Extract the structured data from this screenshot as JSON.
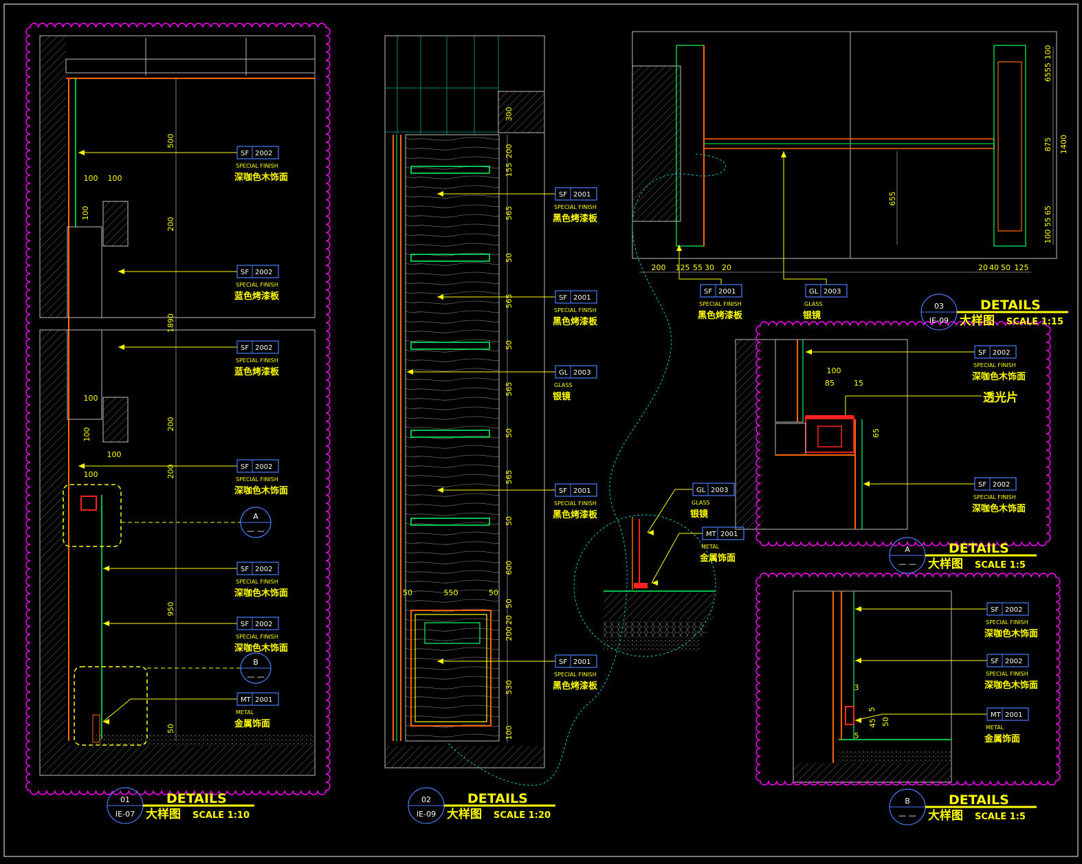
{
  "colors": {
    "background": "#000000",
    "cloud": "#ff00ff",
    "leader": "#ffff00",
    "wall_line": "#00ff66",
    "finish_line": "#ff6600",
    "tag_frame": "#4a7dff",
    "dim_line": "#ffffff",
    "hatch": "#7a7a7a"
  },
  "details": [
    {
      "number": "01",
      "sheet": "IE-07",
      "title": "DETAILS",
      "subtitle": "大样图",
      "scale": "SCALE 1:10"
    },
    {
      "number": "02",
      "sheet": "IE-09",
      "title": "DETAILS",
      "subtitle": "大样图",
      "scale": "SCALE 1:20"
    },
    {
      "number": "03",
      "sheet": "IE-09",
      "title": "DETAILS",
      "subtitle": "大样图",
      "scale": "SCALE 1:15"
    },
    {
      "number": "A",
      "sheet": "— —",
      "title": "DETAILS",
      "subtitle": "大样图",
      "scale": "SCALE 1:5"
    },
    {
      "number": "B",
      "sheet": "— —",
      "title": "DETAILS",
      "subtitle": "大样图",
      "scale": "SCALE 1:5"
    }
  ],
  "tags": [
    {
      "code": "SF",
      "num": "2002",
      "type": "SPECIAL FINISH",
      "cn": "深咖色木饰面"
    },
    {
      "code": "SF",
      "num": "2002",
      "type": "SPECIAL FINISH",
      "cn": "蓝色烤漆板"
    },
    {
      "code": "SF",
      "num": "2002",
      "type": "SPECIAL FINISH",
      "cn": "蓝色烤漆板"
    },
    {
      "code": "SF",
      "num": "2002",
      "type": "SPECIAL FINISH",
      "cn": "深咖色木饰面"
    },
    {
      "code": "SF",
      "num": "2002",
      "type": "SPECIAL FINISH",
      "cn": "深咖色木饰面"
    },
    {
      "code": "SF",
      "num": "2002",
      "type": "SPECIAL FINISH",
      "cn": "深咖色木饰面"
    },
    {
      "code": "MT",
      "num": "2001",
      "type": "METAL",
      "cn": "金属饰面"
    },
    {
      "code": "SF",
      "num": "2001",
      "type": "SPECIAL FINISH",
      "cn": "黑色烤漆板"
    },
    {
      "code": "SF",
      "num": "2001",
      "type": "SPECIAL FINISH",
      "cn": "黑色烤漆板"
    },
    {
      "code": "GL",
      "num": "2003",
      "type": "GLASS",
      "cn": "银镜"
    },
    {
      "code": "SF",
      "num": "2001",
      "type": "SPECIAL FINISH",
      "cn": "黑色烤漆板"
    },
    {
      "code": "SF",
      "num": "2001",
      "type": "SPECIAL FINISH",
      "cn": "黑色烤漆板"
    },
    {
      "code": "SF",
      "num": "2001",
      "type": "SPECIAL FINISH",
      "cn": "黑色烤漆板"
    },
    {
      "code": "GL",
      "num": "2003",
      "type": "GLASS",
      "cn": "银镜"
    },
    {
      "code": "GL",
      "num": "2003",
      "type": "GLASS",
      "cn": "银镜"
    },
    {
      "code": "MT",
      "num": "2001",
      "type": "METAL",
      "cn": "金属饰面"
    },
    {
      "code": "SF",
      "num": "2002",
      "type": "SPECIAL FINISH",
      "cn": "深咖色木饰面"
    },
    {
      "code": "SF",
      "num": "2002",
      "type": "SPECIAL FINISH",
      "cn": "深咖色木饰面"
    },
    {
      "code": "SF",
      "num": "2002",
      "type": "SPECIAL FINISH",
      "cn": "深咖色木饰面"
    },
    {
      "code": "SF",
      "num": "2002",
      "type": "SPECIAL FINISH",
      "cn": "深咖色木饰面"
    },
    {
      "code": "MT",
      "num": "2001",
      "type": "METAL",
      "cn": "金属饰面"
    }
  ],
  "callouts": [
    {
      "label": "A",
      "sub": "— —"
    },
    {
      "label": "B",
      "sub": "— —"
    }
  ],
  "note_translucent": "透光片",
  "dims_detail01": [
    "500",
    "200",
    "1890",
    "200",
    "200",
    "950",
    "50",
    "100",
    "100",
    "100",
    "100",
    "100",
    "100",
    "100"
  ],
  "dims_detail02": [
    "300",
    "200",
    "155",
    "565",
    "50",
    "565",
    "50",
    "565",
    "50",
    "565",
    "50",
    "600",
    "50",
    "20",
    "200",
    "530",
    "100",
    "50",
    "550",
    "50"
  ],
  "dims_detail03": [
    "100",
    "55",
    "65",
    "875",
    "1400",
    "65",
    "55",
    "100",
    "655",
    "200",
    "125",
    "55",
    "30",
    "20",
    "20",
    "40",
    "50",
    "125"
  ],
  "dims_detailA": [
    "100",
    "85",
    "15",
    "65"
  ],
  "dims_detailB": [
    "3",
    "5",
    "45",
    "50",
    "5"
  ]
}
